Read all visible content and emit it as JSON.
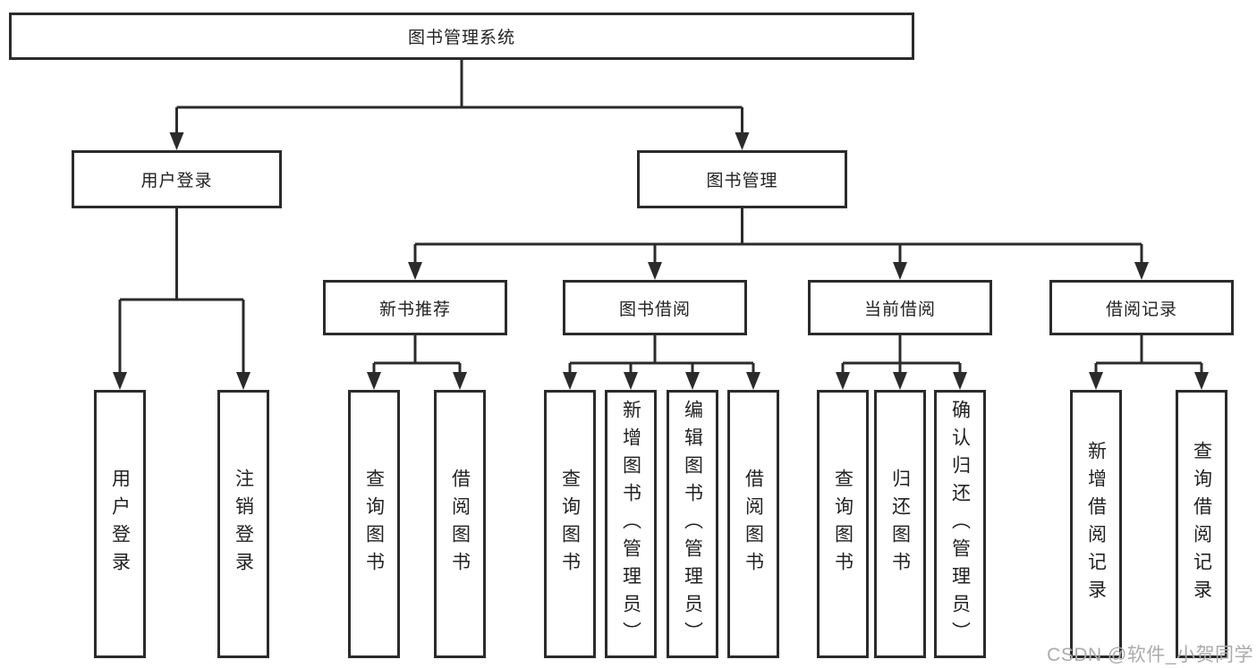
{
  "diagram": {
    "title_node": {
      "label": "图书管理系统"
    },
    "level2": [
      {
        "label": "用户登录"
      },
      {
        "label": "图书管理"
      }
    ],
    "level3": [
      {
        "label": "新书推荐"
      },
      {
        "label": "图书借阅"
      },
      {
        "label": "当前借阅"
      },
      {
        "label": "借阅记录"
      }
    ],
    "leaves": [
      {
        "label": "用户登录"
      },
      {
        "label": "注销登录"
      },
      {
        "label": "查询图书"
      },
      {
        "label": "借阅图书"
      },
      {
        "label": "查询图书"
      },
      {
        "label": "新增图书（管理员）"
      },
      {
        "label": "编辑图书（管理员）"
      },
      {
        "label": "借阅图书"
      },
      {
        "label": "查询图书"
      },
      {
        "label": "归还图书"
      },
      {
        "label": "确认归还（管理员）"
      },
      {
        "label": "新增借阅记录"
      },
      {
        "label": "查询借阅记录"
      }
    ]
  },
  "watermark": {
    "text": "CSDN @软件_小贺同学"
  },
  "colors": {
    "line": "#2b2b2b",
    "text": "#222222",
    "watermark": "#ababab"
  }
}
